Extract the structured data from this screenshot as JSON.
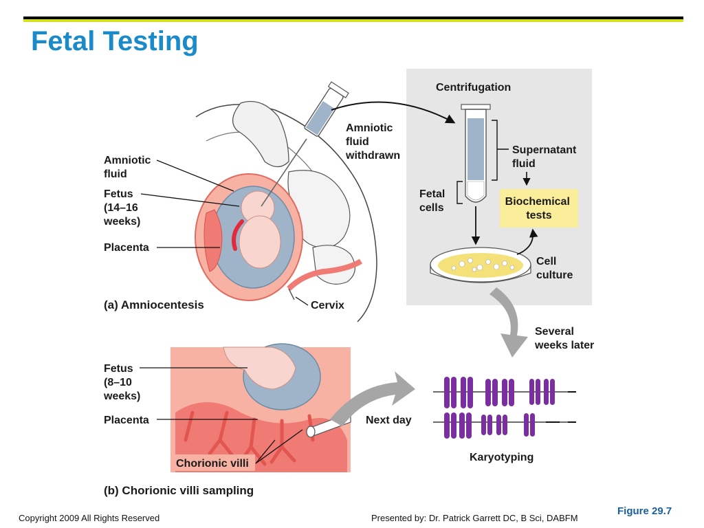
{
  "slide": {
    "title": "Fetal Testing",
    "figure_number": "Figure 29.7",
    "footer_left": "Copyright 2009 All Rights Reserved",
    "footer_right": "Presented by: Dr. Patrick Garrett DC, B Sci, DABFM"
  },
  "panel_a": {
    "caption": "(a) Amniocentesis",
    "labels": {
      "amniotic_fluid": [
        "Amniotic",
        "fluid"
      ],
      "fetus": [
        "Fetus",
        "(14–16",
        "weeks)"
      ],
      "placenta": "Placenta",
      "cervix": "Cervix",
      "withdrawn": [
        "Amniotic",
        "fluid",
        "withdrawn"
      ]
    }
  },
  "lab": {
    "centrifugation": "Centrifugation",
    "supernatant": [
      "Supernatant",
      "fluid"
    ],
    "fetal_cells": [
      "Fetal",
      "cells"
    ],
    "biochemical": [
      "Biochemical",
      "tests"
    ],
    "cell_culture": [
      "Cell",
      "culture"
    ],
    "several_weeks": [
      "Several",
      "weeks later"
    ],
    "next_day": "Next day",
    "karyotyping": "Karyotyping"
  },
  "panel_b": {
    "caption": "(b) Chorionic villi sampling",
    "labels": {
      "fetus": [
        "Fetus",
        "(8–10",
        "weeks)"
      ],
      "placenta": "Placenta",
      "villi": "Chorionic villi"
    }
  },
  "colors": {
    "title": "#1a8ac9",
    "placenta": "#f07a74",
    "uterus_pink": "#f7b2a3",
    "amniotic": "#9fb4c8",
    "fetus_skin": "#f8d6cf",
    "lab_bg": "#e6e6e6",
    "biochem_box": "#fbee9b",
    "chromosome": "#7a2ea0",
    "arrow_gray": "#a6a6a6",
    "accent_line": "#d7df23"
  }
}
